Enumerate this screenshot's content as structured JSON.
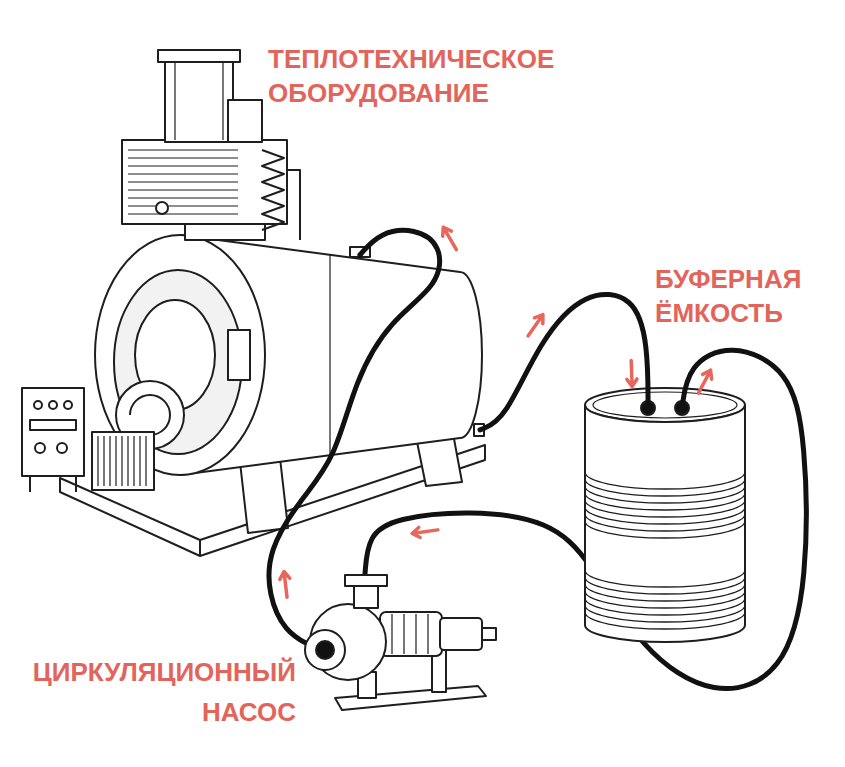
{
  "diagram": {
    "nodes": [
      {
        "text": [
          "ТЕПЛОТЕХНИЧЕСКОЕ ОБОРУДОВАНИЕ"
        ]
      },
      {
        "text": [
          "БУФЕРНАЯ ЁМКОСТЬ"
        ]
      },
      {
        "text": [
          "ЦИРКУЛЯЦИОННЫЙ НАСОС"
        ]
      }
    ],
    "edges": [
      {
        "from": 0,
        "to": 1,
        "arrow": "to"
      },
      {
        "from": 1,
        "to": 2,
        "arrow": "to"
      },
      {
        "from": 2,
        "to": 0,
        "arrow": "to"
      }
    ]
  }
}
